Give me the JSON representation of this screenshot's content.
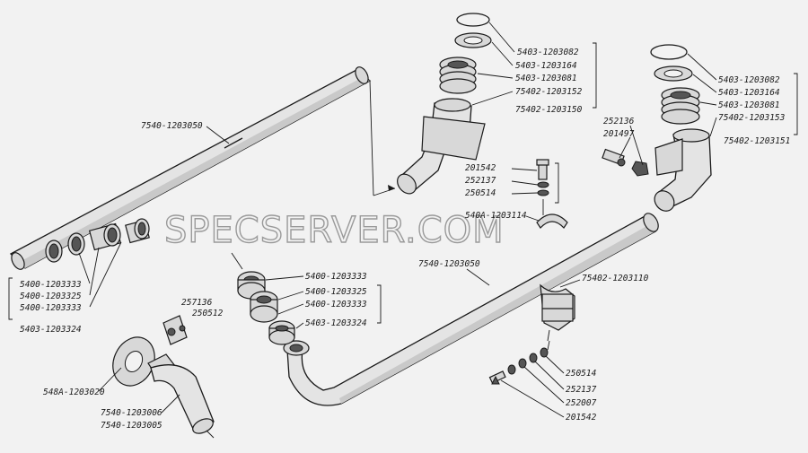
{
  "watermark": "SPECSERVER.COM",
  "labels": {
    "top_left_pipe": "7540-1203050",
    "left_ring_1": "5400-1203333",
    "left_ring_2": "5400-1203325",
    "left_ring_3": "5400-1203333",
    "left_ring_group": "5403-1203324",
    "bl_bolt": "257136",
    "bl_washer": "250512",
    "bl_gasket": "548A-1203020",
    "bl_pipe_1": "7540-1203006",
    "bl_pipe_2": "7540-1203005",
    "mid_ring_1": "5403-1203082",
    "mid_ring_2": "5403-1203164",
    "mid_ring_3": "5403-1203081",
    "mid_flange": "75402-1203152",
    "mid_group": "75402-1203150",
    "mid_bolt": "201542",
    "mid_lockwasher": "252137",
    "mid_washer": "250514",
    "clamp_top": "540A-1203114",
    "main_pipe": "7540-1203050",
    "center_ring_1": "5400-1203333",
    "center_ring_2": "5400-1203325",
    "center_ring_3": "5400-1203333",
    "center_ring_4": "5403-1203324",
    "right_bolt": "252136",
    "right_nut": "201497",
    "right_ring_1": "5403-1203082",
    "right_ring_2": "5403-1203164",
    "right_ring_3": "5403-1203081",
    "right_flange": "75402-1203153",
    "right_group": "75402-1203151",
    "bracket": "75402-1203110",
    "br_washer": "250514",
    "br_lockwasher": "252137",
    "br_nut": "252007",
    "br_bolt": "201542"
  }
}
